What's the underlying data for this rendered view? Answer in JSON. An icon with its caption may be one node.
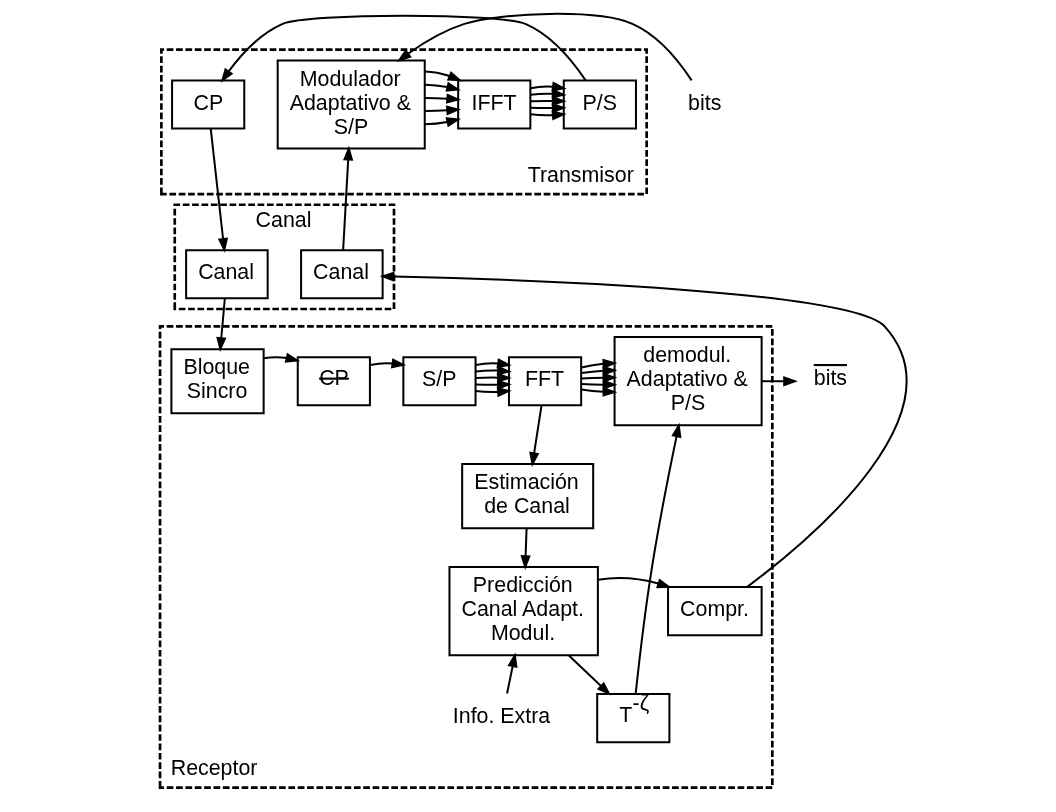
{
  "diagram": {
    "nodes": [
      {
        "text": [
          "Transmisor"
        ]
      },
      {
        "text": [
          "Modulador Adaptativo & S/P"
        ],
        "in": 0
      },
      {
        "text": [
          "IFFT"
        ],
        "in": 0
      },
      {
        "text": [
          "P/S"
        ],
        "in": 0
      },
      {
        "text": [
          "CP"
        ],
        "in": 0
      },
      {
        "text": [
          "Canal"
        ]
      },
      {
        "text": [
          "Canal"
        ],
        "in": 5
      },
      {
        "text": [
          "Canal"
        ],
        "in": 5
      },
      {
        "text": [
          "Receptor"
        ]
      },
      {
        "text": [
          "Compr."
        ],
        "in": 8
      },
      {
        "text": [
          "Predicción Canal Adapt. Modul."
        ],
        "in": 8
      },
      {
        "text": [
          "T$^{-ζ}$"
        ],
        "in": 8
      },
      {
        "text": [
          "Estimación de Canal"
        ],
        "in": 8
      },
      {
        "text": [
          "demodul. Adaptativo & P/S"
        ],
        "in": 8
      },
      {
        "text": [
          "FFT"
        ],
        "in": 8
      },
      {
        "text": [
          "S/P"
        ],
        "in": 8
      },
      {
        "text": [
          "CP"
        ],
        "in": 8
      },
      {
        "text": [
          "Bloque Sincro"
        ],
        "in": 8
      },
      {
        "text": [
          "bits"
        ]
      },
      {
        "text": [
          "bits"
        ]
      },
      {
        "text": [
          "Info. Extra"
        ],
        "in": 8
      }
    ],
    "edges": [
      {
        "from": 18,
        "to": 1,
        "arrow": "to"
      },
      {
        "from": 1,
        "to": 2,
        "arrow": "to"
      },
      {
        "from": 1,
        "to": 2,
        "arrow": "to"
      },
      {
        "from": 1,
        "to": 2,
        "arrow": "to"
      },
      {
        "from": 1,
        "to": 2,
        "arrow": "to"
      },
      {
        "from": 1,
        "to": 2,
        "arrow": "to"
      },
      {
        "from": 2,
        "to": 3,
        "arrow": "to"
      },
      {
        "from": 2,
        "to": 3,
        "arrow": "to"
      },
      {
        "from": 2,
        "to": 3,
        "arrow": "to"
      },
      {
        "from": 2,
        "to": 3,
        "arrow": "to"
      },
      {
        "from": 2,
        "to": 3,
        "arrow": "to"
      },
      {
        "from": 3,
        "to": 4,
        "arrow": "to"
      },
      {
        "from": 4,
        "to": 6,
        "arrow": "to"
      },
      {
        "from": 6,
        "to": 17,
        "arrow": "to"
      },
      {
        "from": 17,
        "to": 16,
        "arrow": "to"
      },
      {
        "from": 16,
        "to": 15,
        "arrow": "to"
      },
      {
        "from": 15,
        "to": 14,
        "arrow": "to"
      },
      {
        "from": 15,
        "to": 14,
        "arrow": "to"
      },
      {
        "from": 15,
        "to": 14,
        "arrow": "to"
      },
      {
        "from": 15,
        "to": 14,
        "arrow": "to"
      },
      {
        "from": 15,
        "to": 14,
        "arrow": "to"
      },
      {
        "from": 14,
        "to": 13,
        "arrow": "to"
      },
      {
        "from": 14,
        "to": 13,
        "arrow": "to"
      },
      {
        "from": 14,
        "to": 13,
        "arrow": "to"
      },
      {
        "from": 14,
        "to": 13,
        "arrow": "to"
      },
      {
        "from": 14,
        "to": 13,
        "arrow": "to"
      },
      {
        "from": 14,
        "to": 12,
        "arrow": "to"
      },
      {
        "from": 12,
        "to": 10,
        "arrow": "to"
      },
      {
        "from": 20,
        "to": 10,
        "arrow": "to"
      },
      {
        "from": 10,
        "to": 9,
        "arrow": "to"
      },
      {
        "from": 9,
        "to": 7,
        "arrow": "to"
      },
      {
        "from": 7,
        "to": 1,
        "arrow": "to"
      },
      {
        "from": 10,
        "to": 11,
        "arrow": "to"
      },
      {
        "from": 11,
        "to": 13,
        "arrow": "to"
      },
      {
        "from": 13,
        "to": 19,
        "arrow": "to"
      }
    ]
  }
}
